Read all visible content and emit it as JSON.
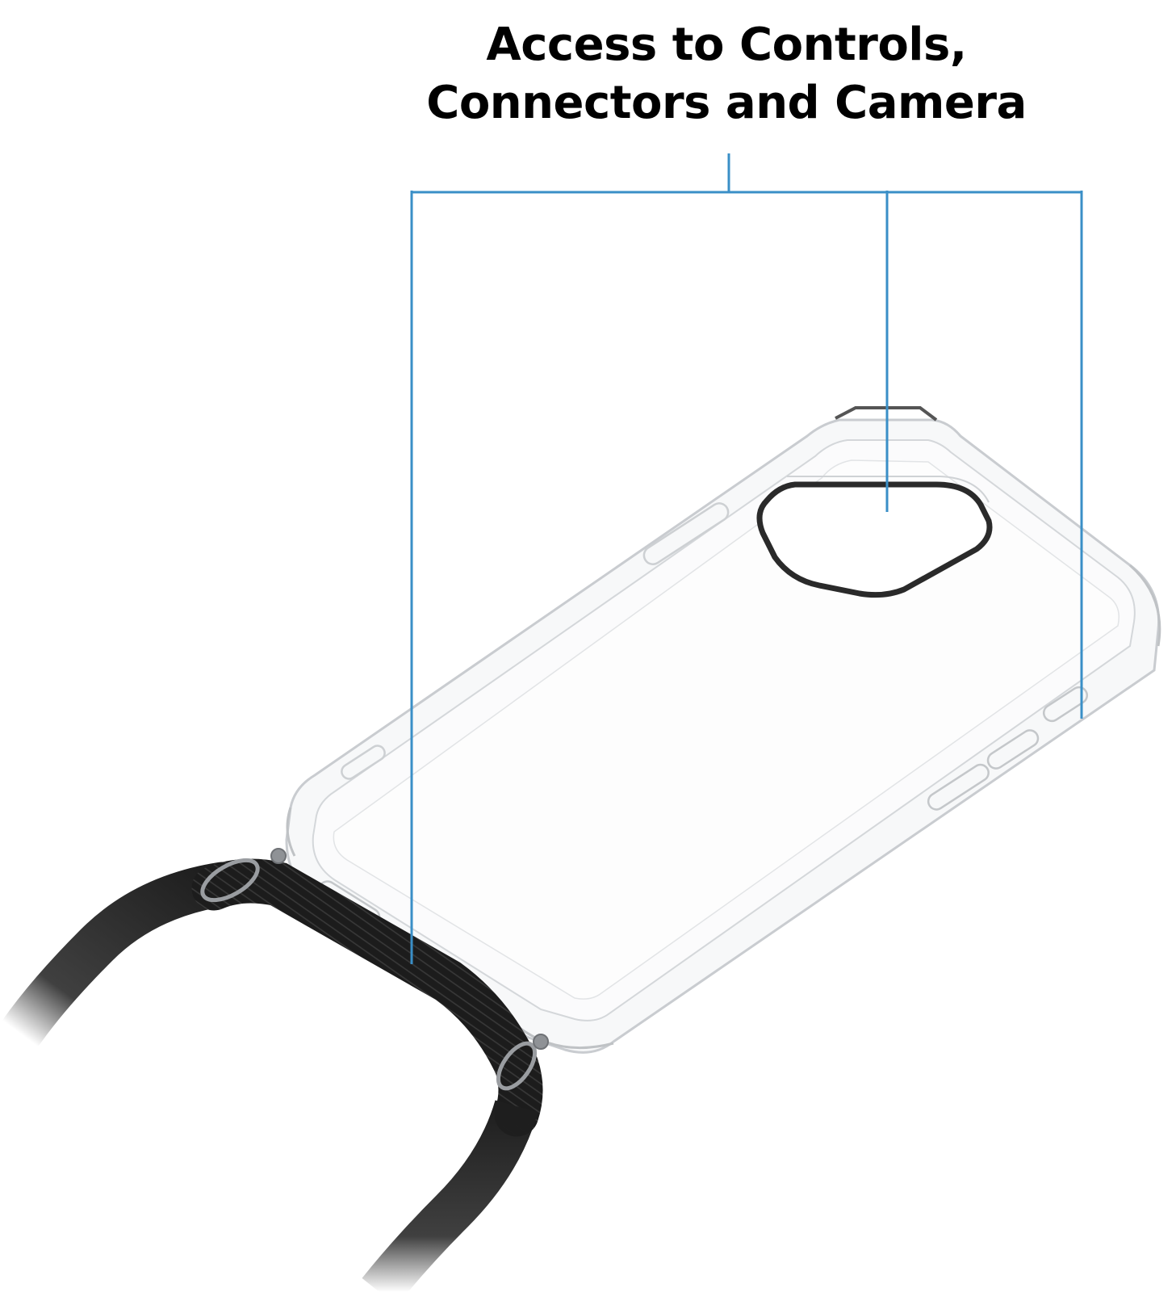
{
  "headline": {
    "line1": "Access to Controls,",
    "line2": "Connectors and Camera"
  },
  "colors": {
    "callout_line": "#3a8fc7",
    "case_outline": "#c9ccd0",
    "case_fill": "#f7f8f9",
    "strap": "#1e1e1e",
    "metal": "#9a9da1",
    "text": "#000000"
  },
  "icons": [
    "phone-case-illustration",
    "neck-strap-cord",
    "metal-ring-icon"
  ]
}
